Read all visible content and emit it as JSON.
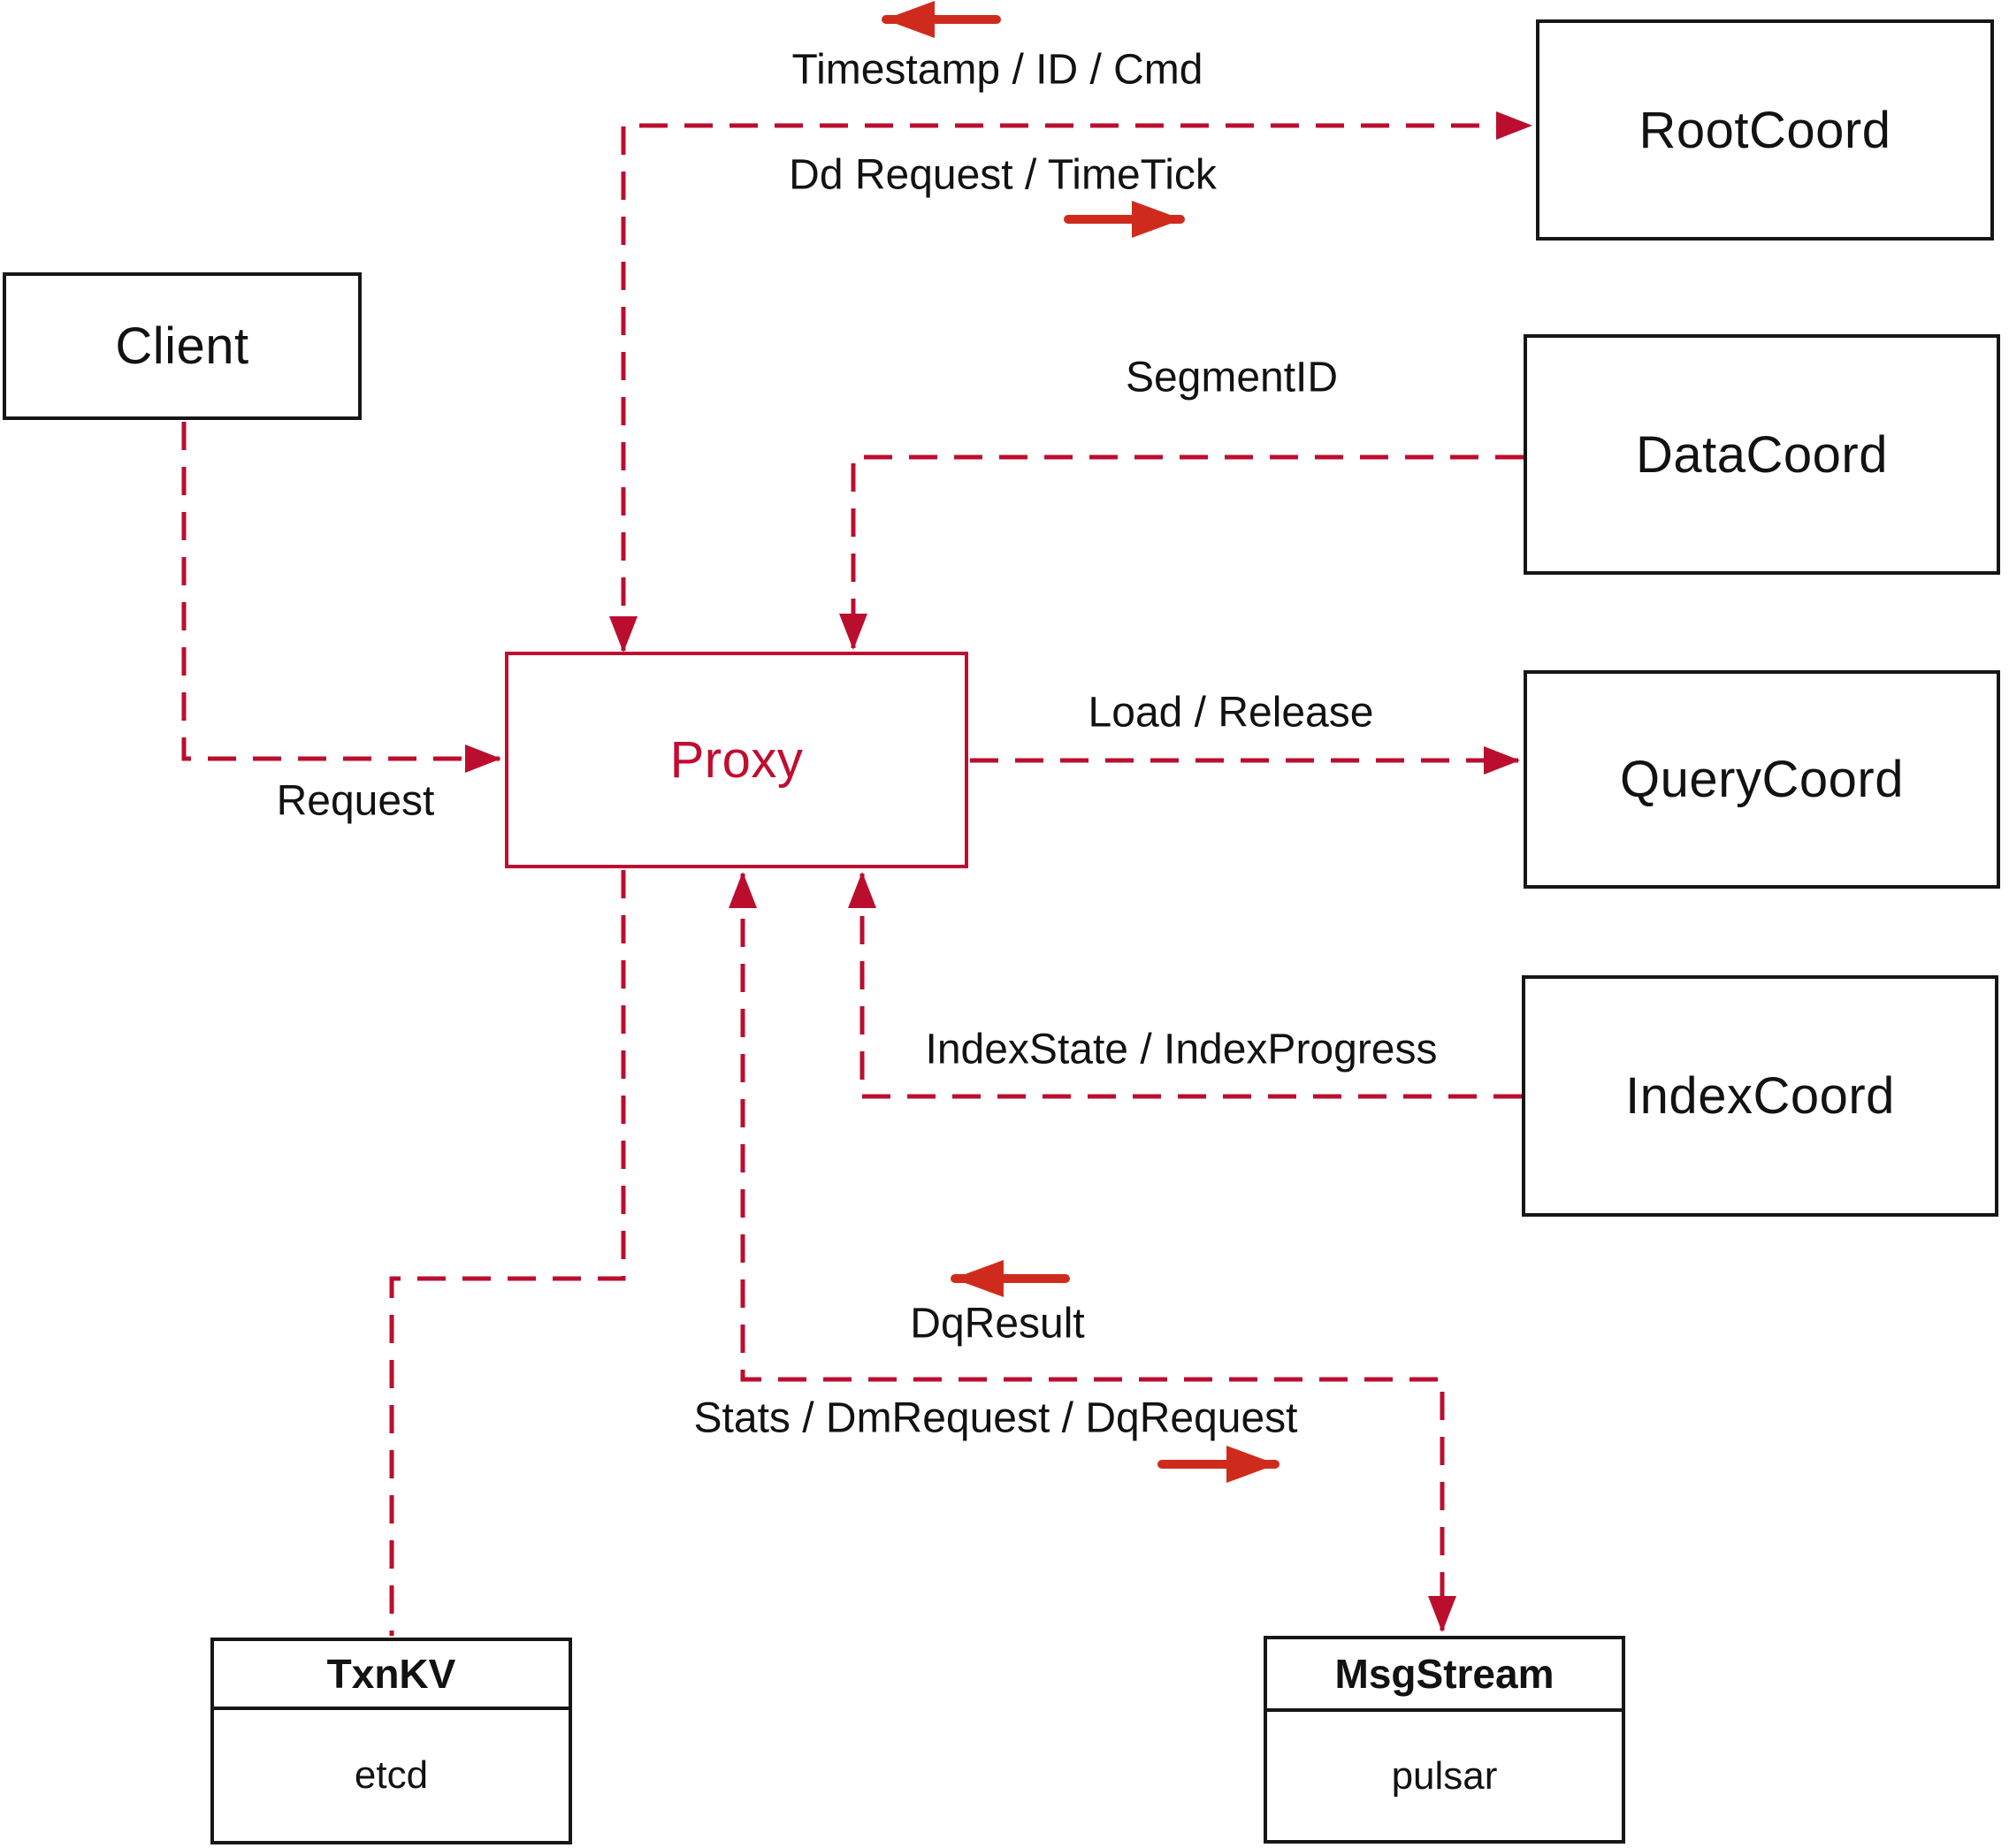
{
  "diagram": {
    "nodes": {
      "client": {
        "label": "Client"
      },
      "proxy": {
        "label": "Proxy"
      },
      "root_coord": {
        "label": "RootCoord"
      },
      "data_coord": {
        "label": "DataCoord"
      },
      "query_coord": {
        "label": "QueryCoord"
      },
      "index_coord": {
        "label": "IndexCoord"
      },
      "txn_kv": {
        "title": "TxnKV",
        "sub": "etcd"
      },
      "msg_stream": {
        "title": "MsgStream",
        "sub": "pulsar"
      }
    },
    "edge_labels": {
      "timestamp": "Timestamp / ID / Cmd",
      "dd_request": "Dd Request / TimeTick",
      "segment_id": "SegmentID",
      "load_release": "Load / Release",
      "index_state": "IndexState / IndexProgress",
      "dq_result": "DqResult",
      "stats": "Stats / DmRequest / DqRequest",
      "request": "Request"
    },
    "edges": [
      {
        "from": "Client",
        "to": "Proxy",
        "label": "Request",
        "style": "dashed",
        "direction": "to"
      },
      {
        "from": "Proxy",
        "to": "RootCoord",
        "labels": [
          "Dd Request / TimeTick",
          "Timestamp / ID / Cmd"
        ],
        "style": "dashed",
        "direction": "both"
      },
      {
        "from": "DataCoord",
        "to": "Proxy",
        "label": "SegmentID",
        "style": "dashed",
        "direction": "to"
      },
      {
        "from": "Proxy",
        "to": "QueryCoord",
        "label": "Load / Release",
        "style": "dashed",
        "direction": "to"
      },
      {
        "from": "IndexCoord",
        "to": "Proxy",
        "label": "IndexState / IndexProgress",
        "style": "dashed",
        "direction": "to"
      },
      {
        "from": "Proxy",
        "to": "MsgStream",
        "labels": [
          "Stats / DmRequest / DqRequest",
          "DqResult"
        ],
        "style": "dashed",
        "direction": "both"
      },
      {
        "from": "Proxy",
        "to": "TxnKV",
        "label": "",
        "style": "dashed",
        "direction": "none"
      }
    ],
    "colors": {
      "dashed_line": "#bb0e2f",
      "solid_arrow": "#cf2b1d",
      "proxy_accent": "#c00d30",
      "box_border": "#161616",
      "text": "#121212",
      "background": "#ffffff"
    }
  }
}
